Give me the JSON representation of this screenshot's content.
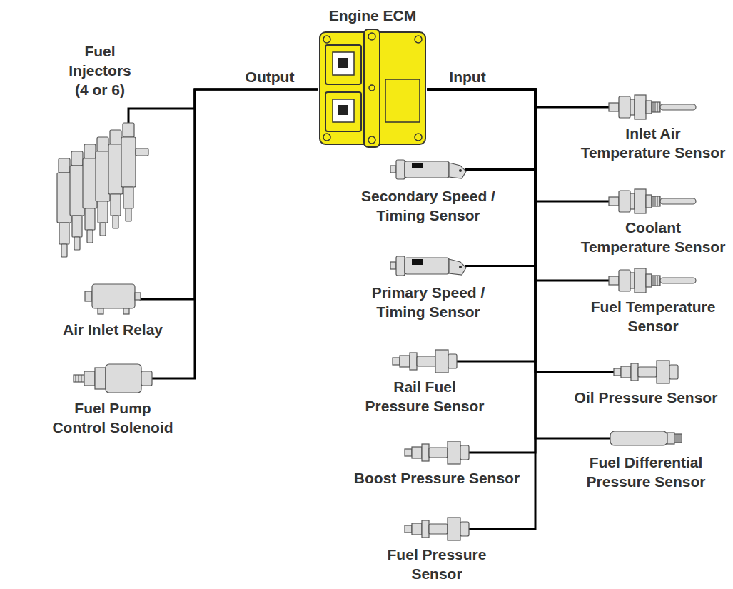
{
  "diagram": {
    "nodes": [
      {
        "text": [
          "Engine ECM"
        ]
      },
      {
        "text": [
          "Fuel Injectors (4 or 6)"
        ]
      },
      {
        "text": [
          "Inlet Air Temperature Sensor"
        ]
      },
      {
        "text": [
          "Secondary Speed / Timing Sensor"
        ]
      },
      {
        "text": [
          "Coolant Temperature Sensor"
        ]
      },
      {
        "text": [
          "Air Inlet Relay"
        ]
      },
      {
        "text": [
          "Primary Speed / Timing Sensor"
        ]
      },
      {
        "text": [
          "Fuel Temperature Sensor"
        ]
      },
      {
        "text": [
          "Fuel Pump Control Solenoid"
        ]
      },
      {
        "text": [
          "Rail Fuel Pressure Sensor"
        ]
      },
      {
        "text": [
          "Oil Pressure Sensor"
        ]
      },
      {
        "text": [
          "Boost Pressure Sensor"
        ]
      },
      {
        "text": [
          "Fuel Differential Pressure Sensor"
        ]
      },
      {
        "text": [
          "Fuel Pressure Sensor"
        ]
      }
    ],
    "edges": [
      {
        "from": 0,
        "to": 1,
        "arrow": "none"
      },
      {
        "from": 0,
        "to": 5,
        "arrow": "none"
      },
      {
        "from": 0,
        "to": 8,
        "arrow": "none"
      },
      {
        "from": 0,
        "to": 2,
        "arrow": "none"
      },
      {
        "from": 0,
        "to": 3,
        "arrow": "none"
      },
      {
        "from": 0,
        "to": 4,
        "arrow": "none"
      },
      {
        "from": 0,
        "to": 6,
        "arrow": "none"
      },
      {
        "from": 0,
        "to": 7,
        "arrow": "none"
      },
      {
        "from": 0,
        "to": 9,
        "arrow": "none"
      },
      {
        "from": 0,
        "to": 10,
        "arrow": "none"
      },
      {
        "from": 0,
        "to": 11,
        "arrow": "none"
      },
      {
        "from": 0,
        "to": 12,
        "arrow": "none"
      },
      {
        "from": 0,
        "to": 13,
        "arrow": "none"
      }
    ],
    "labels": [
      "Output",
      "Input"
    ]
  }
}
